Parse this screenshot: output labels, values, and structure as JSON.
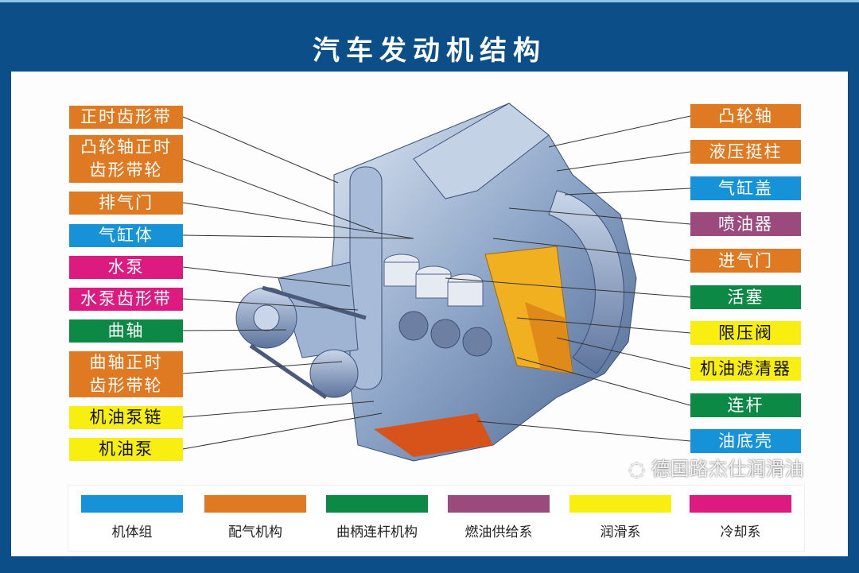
{
  "title": "汽车发动机结构",
  "colors": {
    "frame": "#0b4e88",
    "body_group": "#1592d8",
    "valve_train": "#e07a22",
    "crank": "#0c8a45",
    "fuel": "#9b4a7e",
    "lube": "#f8ee10",
    "cooling": "#dd1a80"
  },
  "left_labels": [
    {
      "text": "正时齿形带",
      "color": "#e07a22"
    },
    {
      "text": "凸轮轴正时\n齿形带轮",
      "color": "#e07a22"
    },
    {
      "text": "排气门",
      "color": "#e07a22"
    },
    {
      "text": "气缸体",
      "color": "#1592d8"
    },
    {
      "text": "水泵",
      "color": "#dd1a80"
    },
    {
      "text": "水泵齿形带",
      "color": "#dd1a80"
    },
    {
      "text": "曲轴",
      "color": "#0c8a45"
    },
    {
      "text": "曲轴正时\n齿形带轮",
      "color": "#e07a22"
    },
    {
      "text": "机油泵链",
      "color": "#f8ee10"
    },
    {
      "text": "机油泵",
      "color": "#f8ee10"
    }
  ],
  "right_labels": [
    {
      "text": "凸轮轴",
      "color": "#e07a22"
    },
    {
      "text": "液压挺柱",
      "color": "#e07a22"
    },
    {
      "text": "气缸盖",
      "color": "#1592d8"
    },
    {
      "text": "喷油器",
      "color": "#9b4a7e"
    },
    {
      "text": "进气门",
      "color": "#e07a22"
    },
    {
      "text": "活塞",
      "color": "#0c8a45"
    },
    {
      "text": "限压阀",
      "color": "#f8ee10"
    },
    {
      "text": "机油滤清器",
      "color": "#f8ee10"
    },
    {
      "text": "连杆",
      "color": "#0c8a45"
    },
    {
      "text": "油底壳",
      "color": "#1592d8"
    }
  ],
  "legend": [
    {
      "text": "机体组",
      "color": "#1592d8"
    },
    {
      "text": "配气机构",
      "color": "#e07a22"
    },
    {
      "text": "曲柄连杆机构",
      "color": "#0c8a45"
    },
    {
      "text": "燃油供给系",
      "color": "#9b4a7e"
    },
    {
      "text": "润滑系",
      "color": "#f8ee10"
    },
    {
      "text": "冷却系",
      "color": "#dd1a80"
    }
  ],
  "watermark": "德国路杰仕润滑油"
}
